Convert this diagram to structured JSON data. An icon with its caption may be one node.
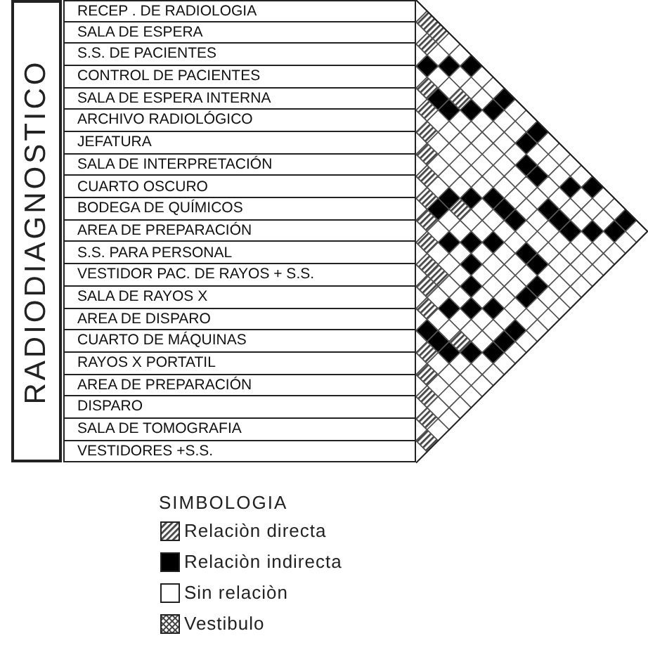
{
  "diagram": {
    "labels": [
      "RADIODIAGNOSTICO",
      "RECEP . DE RADIOLOGIA",
      "SALA DE ESPERA",
      "S.S. DE PACIENTES",
      "CONTROL DE PACIENTES",
      "SALA DE ESPERA INTERNA",
      "ARCHIVO RADIOLÓGICO",
      "JEFATURA",
      "SALA DE INTERPRETACIÓN",
      "CUARTO OSCURO",
      "BODEGA DE QUÍMICOS",
      "AREA DE PREPARACIÓN",
      "S.S. PARA PERSONAL",
      "VESTIDOR PAC. DE RAYOS + S.S.",
      "SALA DE RAYOS X",
      "AREA DE DISPARO",
      "CUARTO DE MÁQUINAS",
      "RAYOS X PORTATIL",
      "AREA DE PREPARACIÓN",
      "DISPARO",
      "SALA DE TOMOGRAFIA",
      "VESTIDORES +S.S.",
      "SIMBOLOGIA"
    ],
    "legend": [
      {
        "text": "Relaciòn directa"
      },
      {
        "text": "Relaciòn indirecta",
        "color": "#000000"
      },
      {
        "text": "Sin relaciòn"
      },
      {
        "text": "Vestibulo"
      }
    ]
  }
}
